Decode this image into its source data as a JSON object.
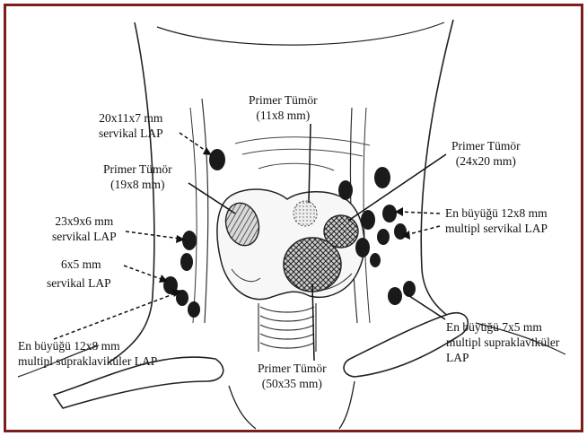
{
  "labels": {
    "servikal_20x11x7": {
      "line1": "20x11x7 mm",
      "line2": "servikal LAP"
    },
    "primer_11x8": {
      "line1": "Primer Tümör",
      "line2": "(11x8 mm)"
    },
    "primer_24x20": {
      "line1": "Primer Tümör",
      "line2": "(24x20 mm)"
    },
    "primer_19x8": {
      "line1": "Primer Tümör",
      "line2": "(19x8 mm)"
    },
    "servikal_23x9x6": {
      "line1": "23x9x6 mm",
      "line2": "servikal LAP"
    },
    "multipl_servikal": {
      "line1": "En büyüğü 12x8 mm",
      "line2": "multipl servikal LAP"
    },
    "servikal_6x5": {
      "line1": "6x5 mm",
      "line2": "servikal LAP"
    },
    "multipl_supra_left": {
      "line1": "En büyüğü 12x8 mm",
      "line2": "multipl supraklaviküler LAP"
    },
    "primer_50x35": {
      "line1": "Primer Tümör",
      "line2": "(50x35 mm)"
    },
    "multipl_supra_right": {
      "line1": "En büyüğü 7x5 mm",
      "line2": "multipl supraklaviküler",
      "line3": "LAP"
    }
  }
}
